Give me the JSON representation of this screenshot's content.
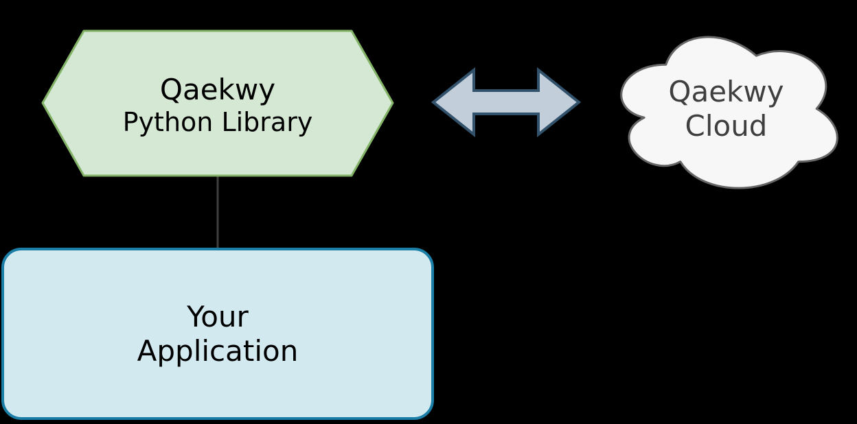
{
  "diagram": {
    "nodes": {
      "library": {
        "line1": "Qaekwy",
        "line2": "Python Library"
      },
      "cloud": {
        "line1": "Qaekwy",
        "line2": "Cloud"
      },
      "application": {
        "line1": "Your",
        "line2": "Application"
      }
    },
    "colors": {
      "background": "#000000",
      "hexagon_fill": "#d5e8d4",
      "hexagon_stroke": "#82b366",
      "rect_fill": "#d2e9f0",
      "rect_stroke": "#1b7ea6",
      "cloud_fill": "#f7f7f7",
      "cloud_stroke": "#666666",
      "arrow_fill": "#c2cfdb",
      "arrow_stroke": "#32526b",
      "connector_stroke": "#3f3f3f",
      "text_color": "#000000",
      "cloud_text_color": "#3f3f3f"
    }
  }
}
